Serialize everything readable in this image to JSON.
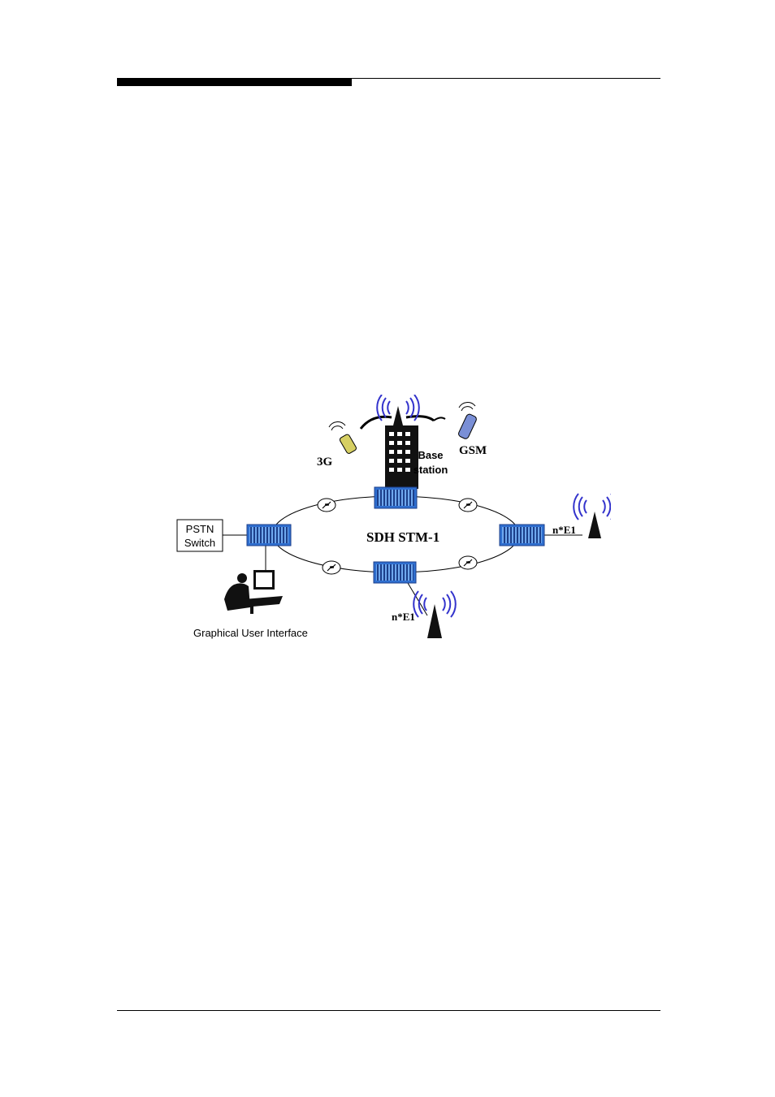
{
  "diagram": {
    "ring_label": "SDH STM-1",
    "pstn_switch": [
      "PSTN",
      "Switch"
    ],
    "base_station": [
      "Base",
      "station"
    ],
    "mobile_3g": "3G",
    "mobile_gsm": "GSM",
    "link_right": "n*E1",
    "link_bottom": "n*E1",
    "gui_label": "Graphical User Interface"
  },
  "colors": {
    "node_blue": "#2f6fd0",
    "node_dark": "#1c3f8a",
    "radio_wave": "#3333cc"
  }
}
